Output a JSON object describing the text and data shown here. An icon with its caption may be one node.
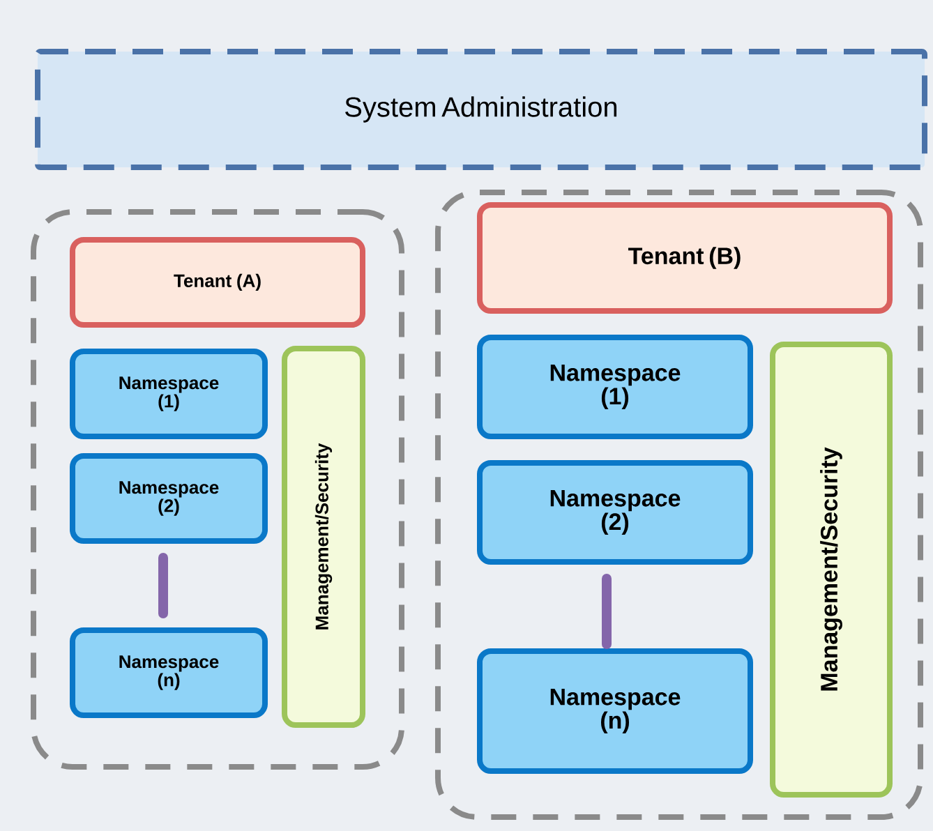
{
  "diagram": {
    "nodes": [
      {
        "text": [
          "System Administration"
        ]
      },
      {
        "text": [],
        "shape": "box"
      },
      {
        "text": [
          "Tenant (A)"
        ],
        "in": 1
      },
      {
        "text": [
          "Namespace (1)"
        ],
        "in": 1
      },
      {
        "text": [
          "Namespace (2)"
        ],
        "in": 1
      },
      {
        "text": [
          "Namespace (n)"
        ],
        "in": 1
      },
      {
        "text": [
          "Management/Security"
        ],
        "in": 1
      },
      {
        "text": [],
        "shape": "box"
      },
      {
        "text": [
          "Tenant (B)"
        ],
        "in": 7
      },
      {
        "text": [
          "Namespace (1)"
        ],
        "in": 7
      },
      {
        "text": [
          "Namespace (2)"
        ],
        "in": 7
      },
      {
        "text": [
          "Namespace (n)"
        ],
        "in": 7
      },
      {
        "text": [
          "Management/Security"
        ],
        "in": 7
      }
    ],
    "edges": []
  }
}
